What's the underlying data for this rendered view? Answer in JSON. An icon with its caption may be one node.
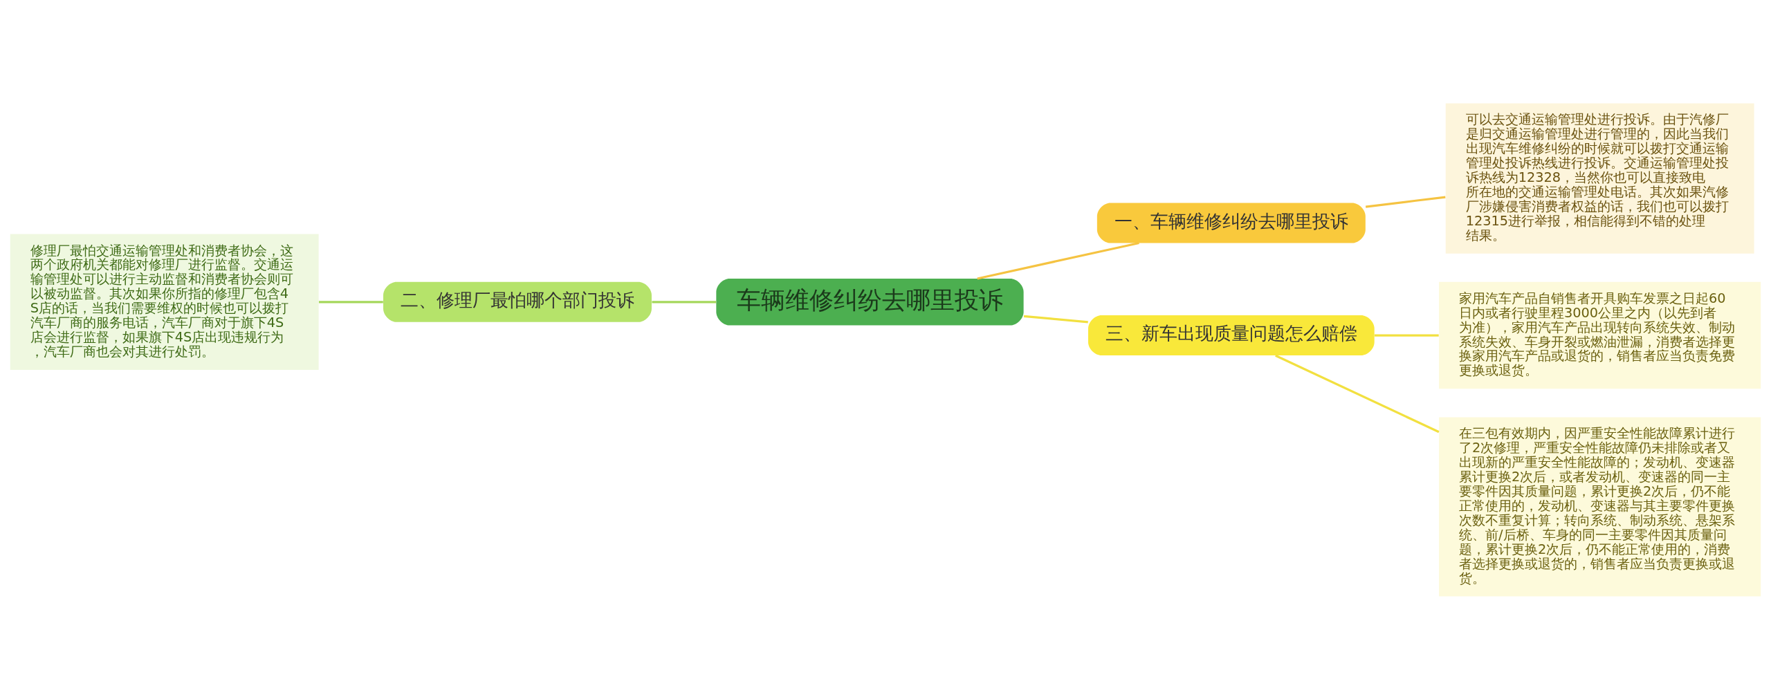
{
  "diagram": {
    "nodes": [
      {
        "text": [
          "车辆维修纠纷去哪里投诉"
        ]
      },
      {
        "text": [
          "一、车辆维修纠纷去哪里投诉"
        ]
      },
      {
        "text": [
          "可以去交通运输管理处进行投诉。由于汽修厂是归交通运输管理处进行管理的，因此当我们出现汽车维修纠纷的时候就可以拨打交通运输管理处投诉热线进行投诉。交通运输管理处投诉热线为12328，当然你也可以直接致电所在地的交通运输管理处电话。其次如果汽修厂涉嫌侵害消费者权益的话，我们也可以拨打12315进行举报，相信能得到不错的处理结果。"
        ]
      },
      {
        "text": [
          "二、修理厂最怕哪个部门投诉"
        ]
      },
      {
        "text": [
          "修理厂最怕交通运输管理处和消费者协会，这两个政府机关都能对修理厂进行监督。交通运输管理处可以进行主动监督和消费者协会则可以被动监督。其次如果你所指的修理厂包含4S店的话，当我们需要维权的时候也可以拨打汽车厂商的服务电话，汽车厂商对于旗下4S店会进行监督，如果旗下4S店出现违规行为，汽车厂商也会对其进行处罚。"
        ]
      },
      {
        "text": [
          "三、新车出现质量问题怎么赔偿"
        ]
      },
      {
        "text": [
          "家用汽车产品自销售者开具购车发票之日起60日内或者行驶里程3000公里之内（以先到者为准），家用汽车产品出现转向系统失效、制动系统失效、车身开裂或燃油泄漏，消费者选择更换家用汽车产品或退货的，销售者应当负责免费更换或退货。"
        ]
      },
      {
        "text": [
          "在三包有效期内，因严重安全性能故障累计进行了2次修理，严重安全性能故障仍未排除或者又出现新的严重安全性能故障的；发动机、变速器累计更换2次后，或者发动机、变速器的同一主要零件因其质量问题，累计更换2次后，仍不能正常使用的，发动机、变速器与其主要零件更换次数不重复计算；转向系统、制动系统、悬架系统、前/后桥、车身的同一主要零件因其质量问题，累计更换2次后，仍不能正常使用的，消费者选择更换或退货的，销售者应当负责更换或退货。"
        ]
      }
    ],
    "edges": [
      {
        "from": 0,
        "to": 1,
        "arrow": "none",
        "color": "#f5c342"
      },
      {
        "from": 1,
        "to": 2,
        "arrow": "none",
        "color": "#f5c342"
      },
      {
        "from": 0,
        "to": 3,
        "arrow": "none",
        "color": "#a5d75a"
      },
      {
        "from": 3,
        "to": 4,
        "arrow": "none",
        "color": "#a5d75a"
      },
      {
        "from": 0,
        "to": 5,
        "arrow": "none"
      },
      {
        "from": 5,
        "to": 6,
        "arrow": "none"
      },
      {
        "from": 5,
        "to": 7,
        "arrow": "none"
      }
    ]
  }
}
